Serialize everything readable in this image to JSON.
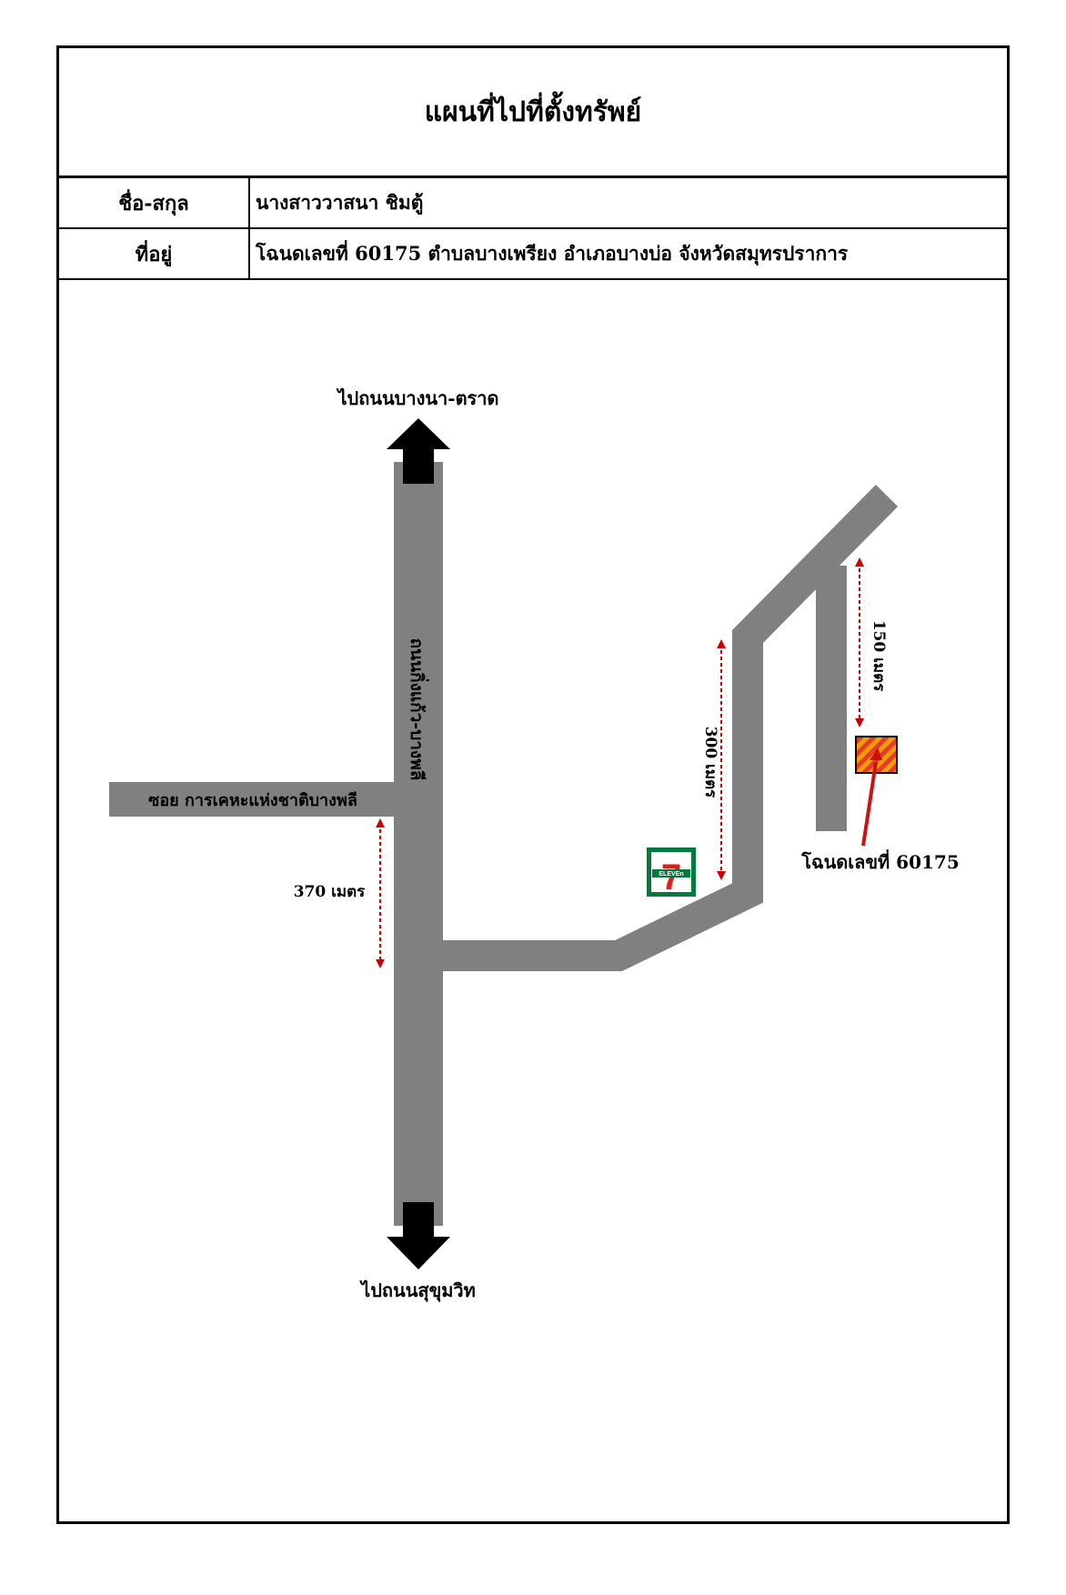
{
  "header": {
    "title": "แผนที่ไปที่ตั้งทรัพย์"
  },
  "info": {
    "name_label": "ชื่อ-สกุล",
    "name_value": "นางสาววาสนา ชิมตู้",
    "address_label": "ที่อยู่",
    "address_value": "โฉนดเลขที่ 60175 ตำบลบางเพรียง อำเภอบางบ่อ จังหวัดสมุทรปราการ"
  },
  "map": {
    "north_destination": "ไปถนนบางนา-ตราด",
    "south_destination": "ไปถนนสุขุมวิท",
    "main_road": "ถนนกิ่งแก้ว-บางพลี",
    "side_soi": "ซอย การเคหะแห่งชาติบางพลี",
    "distance_1": "370 เมตร",
    "distance_2": "300 เมตร",
    "distance_3": "150 เมตร",
    "landmark": "7-ELEVEn",
    "landmark_top": "7",
    "landmark_text": "ELEVEn",
    "property_label": "โฉนดเลขที่ 60175",
    "colors": {
      "road": "#808080",
      "distance_arrow": "#cc0000",
      "property_fill": "#f0a000",
      "property_hatch": "#e63a2a",
      "pointer": "#cc1111",
      "seven_green": "#007a3d",
      "seven_orange": "#f47a20",
      "seven_red": "#e31d1a"
    }
  }
}
